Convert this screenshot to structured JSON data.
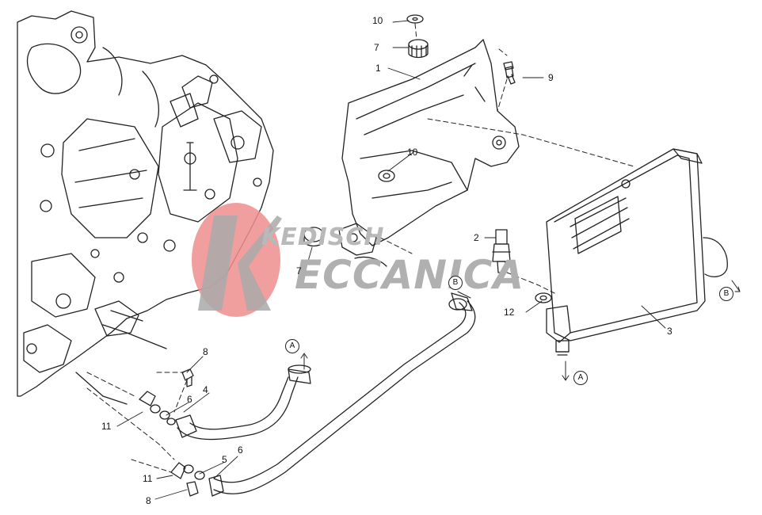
{
  "watermark": {
    "line1": "KEDISCH",
    "line2": "ECCANICA",
    "color": "#b0b0b0",
    "circle_color": "#ef8d8d"
  },
  "callouts": [
    {
      "id": "c10a",
      "text": "10"
    },
    {
      "id": "c7a",
      "text": "7"
    },
    {
      "id": "c1",
      "text": "1"
    },
    {
      "id": "c9",
      "text": "9"
    },
    {
      "id": "c10b",
      "text": "10"
    },
    {
      "id": "c2",
      "text": "2"
    },
    {
      "id": "c7b",
      "text": "7"
    },
    {
      "id": "c12",
      "text": "12"
    },
    {
      "id": "c3",
      "text": "3"
    },
    {
      "id": "c8a",
      "text": "8"
    },
    {
      "id": "c4",
      "text": "4"
    },
    {
      "id": "c6a",
      "text": "6"
    },
    {
      "id": "c11a",
      "text": "11"
    },
    {
      "id": "c6b",
      "text": "6"
    },
    {
      "id": "c5",
      "text": "5"
    },
    {
      "id": "c11b",
      "text": "11"
    },
    {
      "id": "c8b",
      "text": "8"
    }
  ],
  "connection_refs": [
    {
      "id": "rBa",
      "text": "B"
    },
    {
      "id": "rBb",
      "text": "B"
    },
    {
      "id": "rAa",
      "text": "A"
    },
    {
      "id": "rAb",
      "text": "A"
    }
  ]
}
